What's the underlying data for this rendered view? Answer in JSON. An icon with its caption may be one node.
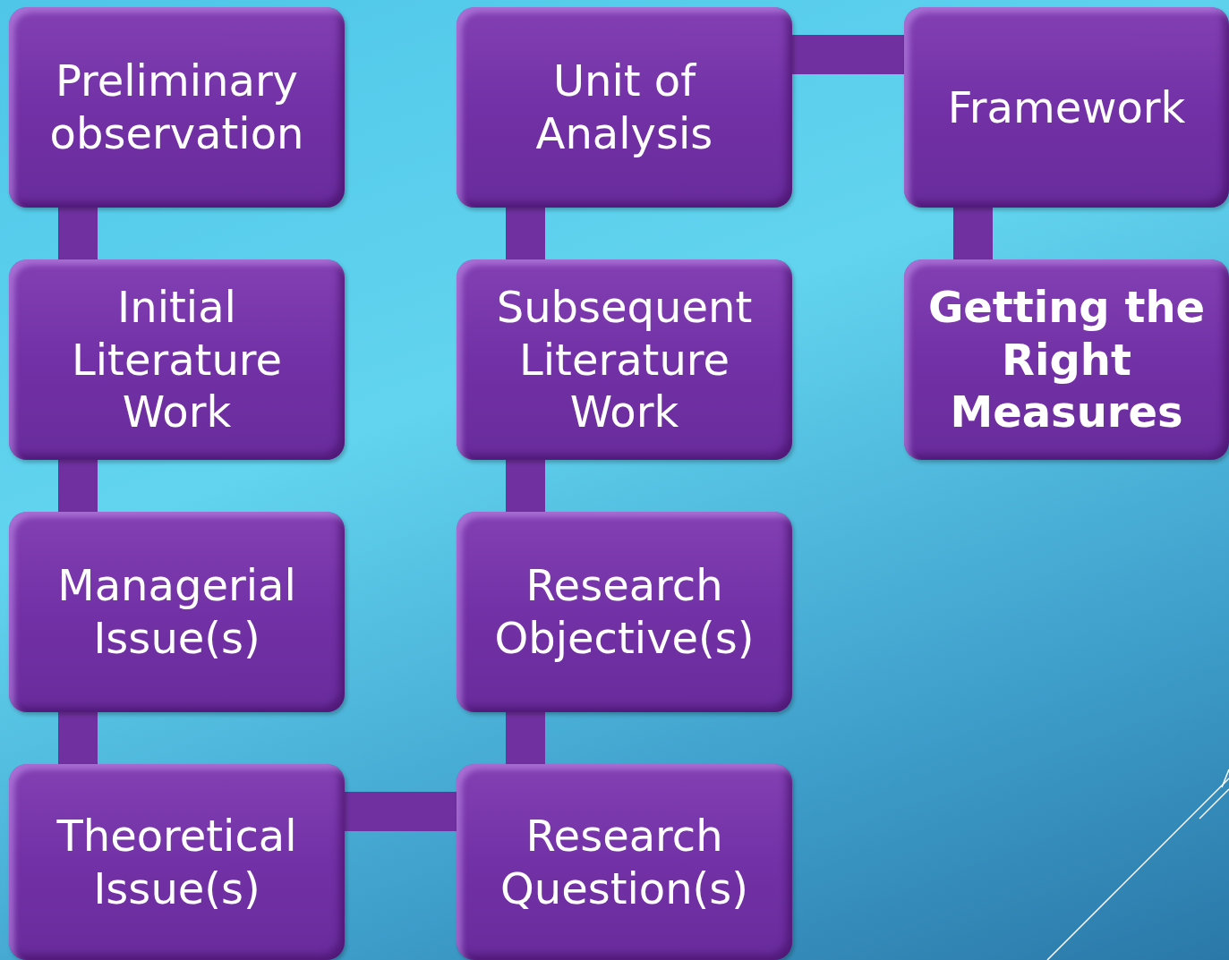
{
  "diagram": {
    "nodes": [
      {
        "text": [
          "Preliminary observation"
        ]
      },
      {
        "text": [
          "Initial Literature Work"
        ]
      },
      {
        "text": [
          "Managerial Issue(s)"
        ]
      },
      {
        "text": [
          "Theoretical Issue(s)"
        ]
      },
      {
        "text": [
          "Research Question(s)"
        ]
      },
      {
        "text": [
          "Research Objective(s)"
        ]
      },
      {
        "text": [
          "Subsequent Literature Work"
        ]
      },
      {
        "text": [
          "Unit of Analysis"
        ]
      },
      {
        "text": [
          "Framework"
        ]
      },
      {
        "text": [
          "Getting the Right Measures"
        ]
      }
    ],
    "edges": [
      {
        "from": 0,
        "to": 1,
        "arrow": "none"
      },
      {
        "from": 1,
        "to": 2,
        "arrow": "none"
      },
      {
        "from": 2,
        "to": 3,
        "arrow": "none"
      },
      {
        "from": 3,
        "to": 4,
        "arrow": "none"
      },
      {
        "from": 4,
        "to": 5,
        "arrow": "none"
      },
      {
        "from": 5,
        "to": 6,
        "arrow": "none"
      },
      {
        "from": 6,
        "to": 7,
        "arrow": "none"
      },
      {
        "from": 7,
        "to": 8,
        "arrow": "none"
      },
      {
        "from": 8,
        "to": 9,
        "arrow": "none"
      }
    ]
  }
}
